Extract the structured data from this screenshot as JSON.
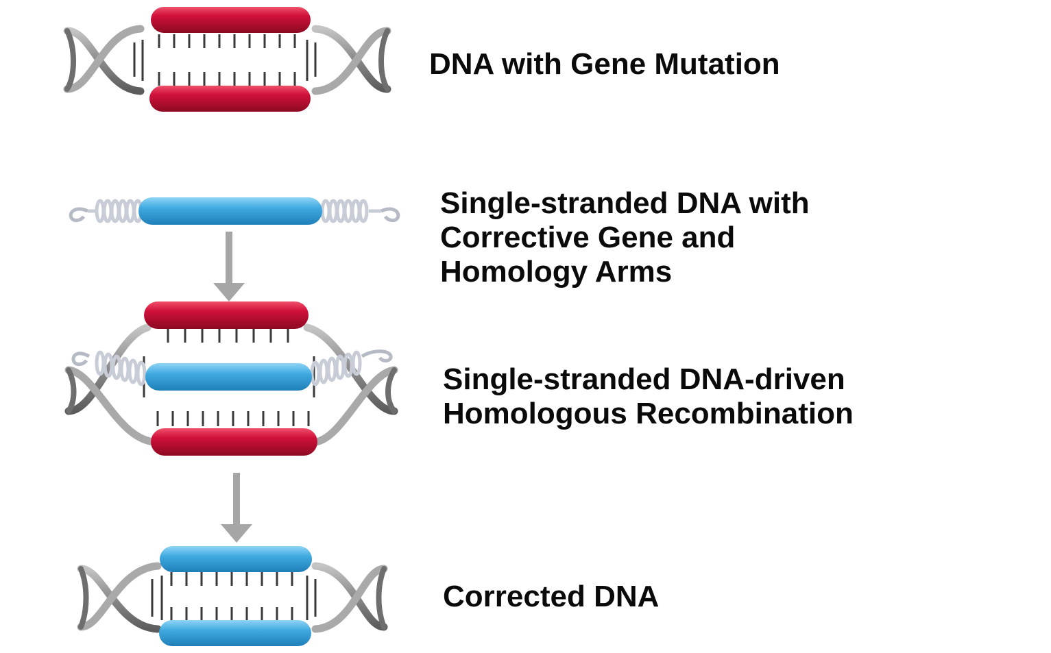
{
  "labels": {
    "mutated_dna": "DNA with Gene Mutation",
    "single_strand": {
      "line1": "Single-stranded DNA with",
      "line2": "Corrective Gene and",
      "line3": "Homology Arms"
    },
    "recombination": {
      "line1": "Single-stranded DNA-driven",
      "line2": "Homologous Recombination"
    },
    "corrected_dna": "Corrected DNA"
  },
  "colors": {
    "mutant_gene": "#d0103a",
    "corrective_gene": "#3fa9e0",
    "backbone": "#8e8e8e",
    "homology_arm": "#c8ccd6",
    "arrow": "#a6a6a6"
  }
}
